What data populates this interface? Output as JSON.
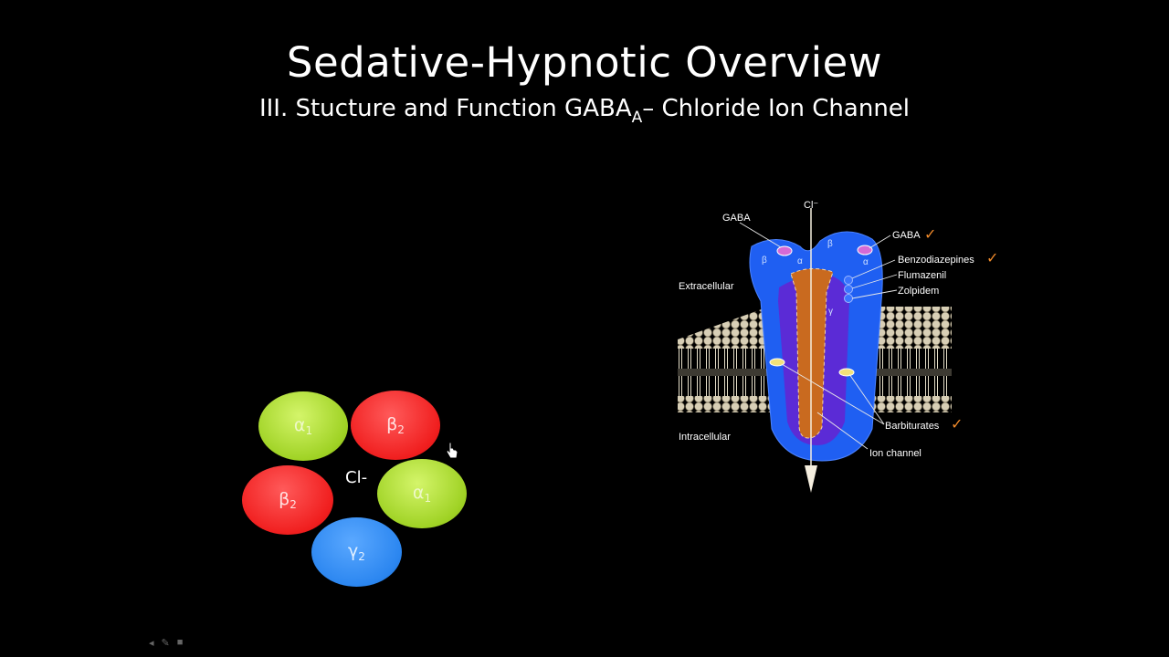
{
  "slide": {
    "title": "Sedative-Hypnotic Overview",
    "subtitle_pre": "III. Stucture and Function GABA",
    "subtitle_sub": "A",
    "subtitle_post": "– Chloride Ion Channel"
  },
  "pentamer": {
    "center_label": "Cl-",
    "subunits": [
      {
        "letter": "α",
        "sub": "1",
        "color": "#b7e638"
      },
      {
        "letter": "β",
        "sub": "2",
        "color": "#ff2a2a"
      },
      {
        "letter": "β",
        "sub": "2",
        "color": "#ff2a2a"
      },
      {
        "letter": "α",
        "sub": "1",
        "color": "#b7e638"
      },
      {
        "letter": "γ",
        "sub": "2",
        "color": "#2b86f0"
      }
    ]
  },
  "receptor_diagram": {
    "top_ion": "Cl⁻",
    "extracellular": "Extracellular",
    "intracellular": "Intracellular",
    "gaba_left": "GABA",
    "gaba_right": "GABA",
    "benzodiazepines": "Benzodiazepines",
    "flumazenil": "Flumazenil",
    "zolpidem": "Zolpidem",
    "barbiturates": "Barbiturates",
    "ion_channel": "Ion channel",
    "beta_left": "β",
    "alpha_left": "α",
    "beta_right": "β",
    "alpha_right": "α",
    "gamma": "γ",
    "check_mark": "✓"
  },
  "colors": {
    "background": "#000000",
    "receptor_blue": "#1f5ff2",
    "receptor_purple": "#5b2bd6",
    "channel_orange": "#c96a1f",
    "check_orange": "#f08a2a"
  }
}
